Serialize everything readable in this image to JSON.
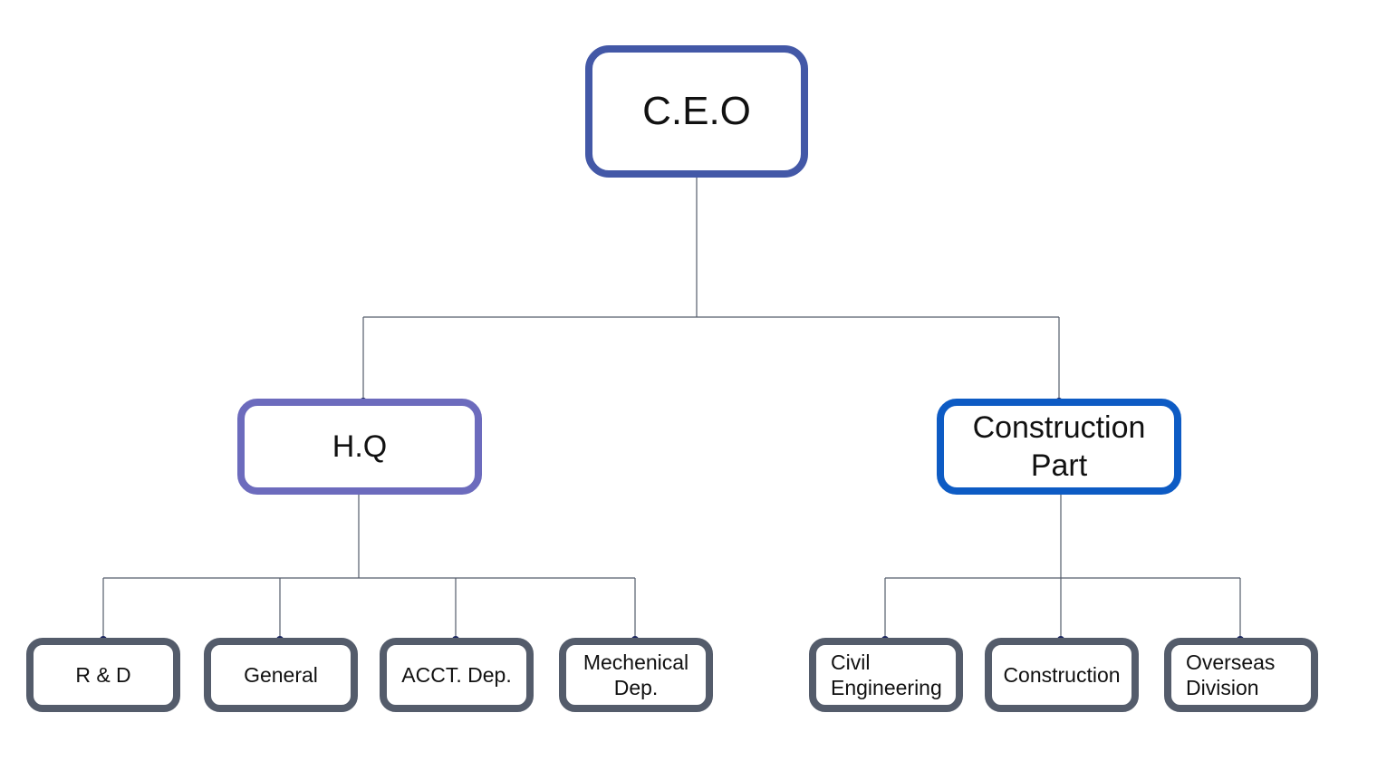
{
  "chart": {
    "root": {
      "label": "C.E.O"
    },
    "divisions": [
      {
        "label": "H.Q",
        "children": [
          {
            "label": "R & D"
          },
          {
            "label": "General"
          },
          {
            "label": "ACCT. Dep."
          },
          {
            "label": "Mechenical Dep."
          }
        ]
      },
      {
        "label": "Construction Part",
        "children": [
          {
            "label": "Civil Engineering"
          },
          {
            "label": "Construction"
          },
          {
            "label": "Overseas Division"
          }
        ]
      }
    ]
  },
  "colors": {
    "root_border": "#4358a7",
    "hq_border": "#6c6bbd",
    "construction_border": "#0d5bc4",
    "leaf_border": "#545c6b",
    "connector": "#545c6b",
    "connector_dot": "#1b2560"
  }
}
